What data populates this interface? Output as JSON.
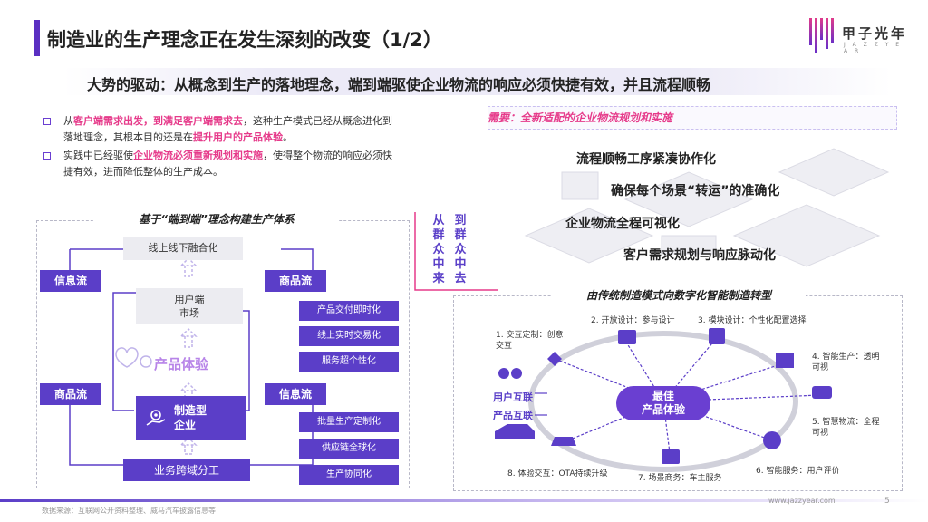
{
  "header": {
    "title": "制造业的生产理念正在发生深刻的改变（1/2）",
    "logo_name": "甲子光年",
    "logo_sub": "J A Z Z Y E A R"
  },
  "subhead": "大势的驱动：从概念到生产的落地理念，端到端驱使企业物流的响应必须快捷有效，并且流程顺畅",
  "bullets": [
    {
      "parts": [
        {
          "t": "从",
          "hl": false
        },
        {
          "t": "客户端需求出发，到满足客户端需求去",
          "hl": true
        },
        {
          "t": "，这种生产模式已经从概念进化到落地理念，其根本目的还是在",
          "hl": false
        },
        {
          "t": "提升用户的产品体验",
          "hl": true
        },
        {
          "t": "。",
          "hl": false
        }
      ]
    },
    {
      "parts": [
        {
          "t": "实践中已经驱使",
          "hl": false
        },
        {
          "t": "企业物流必须重新规划和实施",
          "hl": true
        },
        {
          "t": "，使得整个物流的响应必须快捷有效，进而降低整体的生产成本。",
          "hl": false
        }
      ]
    }
  ],
  "left_diagram": {
    "title": "基于“端到端”理念构建生产体系",
    "top_box": "线上线下融合化",
    "user_box": "用户端\n市场",
    "product_exp": "产品体验",
    "mfg": "制造型\n企业",
    "bottom_box": "业务跨域分工",
    "tags": {
      "info_flow_1": "信息流",
      "goods_flow_1": "商品流",
      "goods_flow_2": "商品流",
      "info_flow_2": "信息流"
    },
    "pills_top": [
      "产品交付即时化",
      "线上实时交易化",
      "服务超个性化"
    ],
    "pills_bottom": [
      "批量生产定制化",
      "供应链全球化",
      "生产协同化"
    ]
  },
  "center_vertical": {
    "left": "从群众中来",
    "right": "到群众中去"
  },
  "right_top": {
    "need": "需要：全新适配的企业物流规划和实施",
    "items": [
      "流程顺畅工序紧凑协作化",
      "确保每个场景“转运”的准确化",
      "企业物流全程可视化",
      "客户需求规划与响应脉动化"
    ]
  },
  "right_bottom": {
    "title": "由传统制造模式向数字化智能制造转型",
    "center": "最佳\n产品体验",
    "side_labels": [
      "用户互联",
      "产品互联"
    ],
    "steps": [
      "1. 交互定制：创意交互",
      "2. 开放设计：参与设计",
      "3. 模块设计：个性化配置选择",
      "4. 智能生产：透明可视",
      "5. 智慧物流：全程可视",
      "6. 智能服务：用户评价",
      "7. 场景商务：车主服务",
      "8. 体验交互：OTA持续升级"
    ]
  },
  "footer": {
    "source": "数据来源：互联网公开资料整理、威马汽车披露信息等",
    "site": "www.jazzyear.com",
    "page": "5"
  },
  "colors": {
    "accent": "#5b3ec8",
    "highlight": "#e63a8a"
  }
}
